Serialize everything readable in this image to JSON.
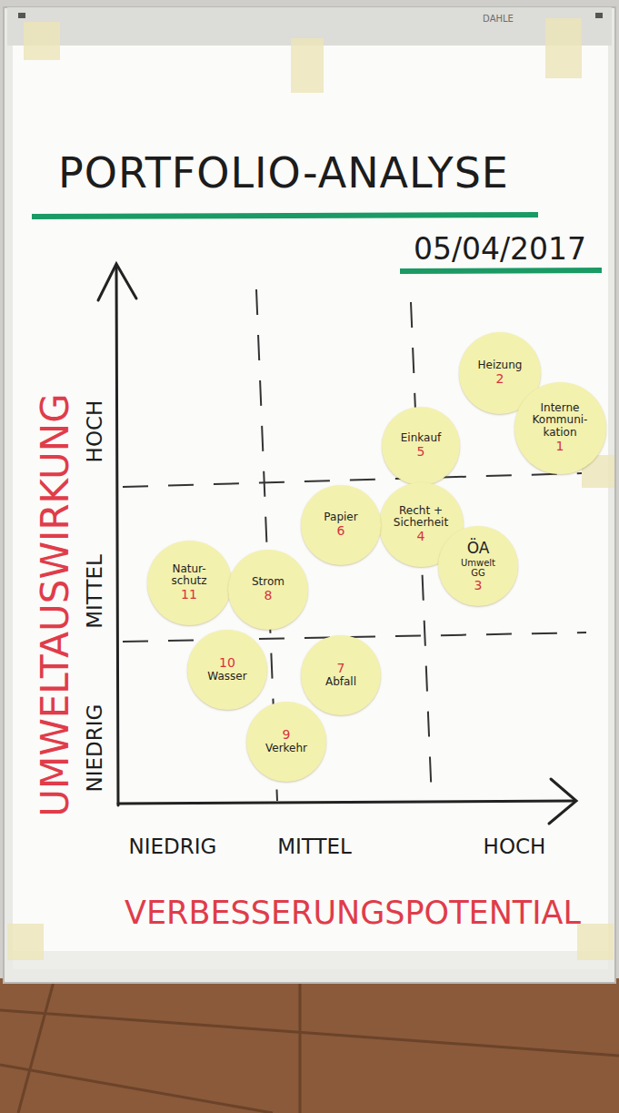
{
  "diagram": {
    "title": "PORTFOLIO-ANALYSE",
    "nodes": [
      {
        "text": [
          "Heizung",
          "2"
        ]
      },
      {
        "text": [
          "Interne Kommuni- kation",
          "1"
        ]
      },
      {
        "text": [
          "Einkauf",
          "5"
        ]
      },
      {
        "text": [
          "Recht + Sicherheit",
          "4"
        ]
      },
      {
        "text": [
          "Papier",
          "6"
        ]
      },
      {
        "text": [
          "ÖA",
          "Umwelt GG",
          "3"
        ]
      },
      {
        "text": [
          "Natur- schutz",
          "11"
        ]
      },
      {
        "text": [
          "Strom",
          "8"
        ]
      },
      {
        "text": [
          "10",
          "Wasser"
        ]
      },
      {
        "text": [
          "7",
          "Abfall"
        ]
      },
      {
        "text": [
          "9",
          "Verkehr"
        ]
      }
    ],
    "labels": [
      "DAHLE",
      "05/04/2017",
      "UMWELTAUSWIRKUNG",
      "NIEDRIG",
      "MITTEL",
      "HOCH",
      "NIEDRIG",
      "MITTEL",
      "HOCH",
      "VERBESSERUNGSPOTENTIAL"
    ]
  }
}
